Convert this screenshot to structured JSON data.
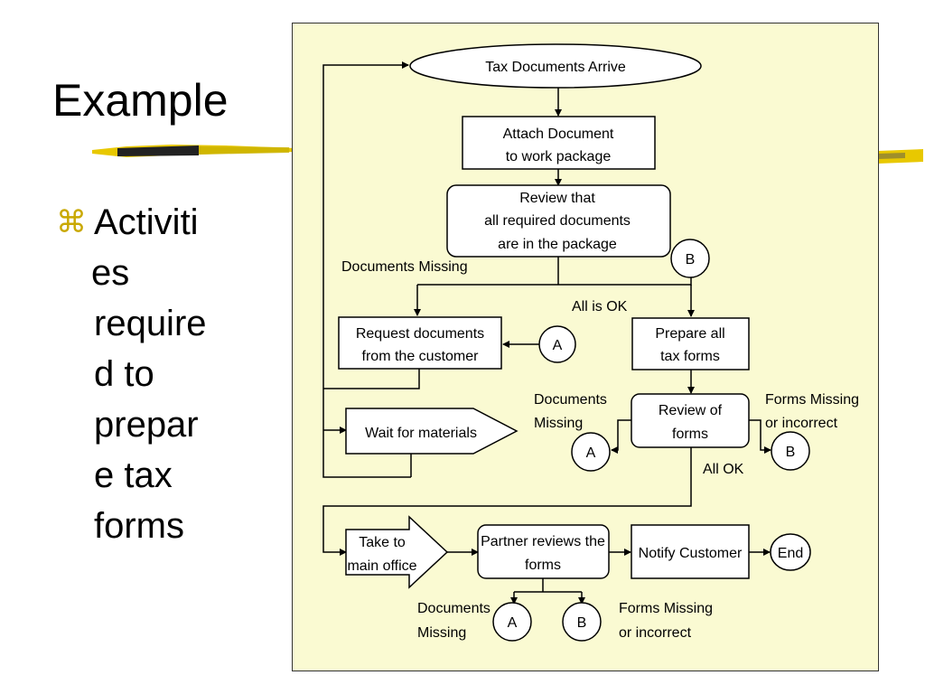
{
  "slide": {
    "title": "Example",
    "bullet_symbol": "⌘",
    "bullet_lines": [
      "Activiti",
      "es",
      "require",
      "d to",
      "prepar",
      "e tax",
      "forms"
    ]
  },
  "flowchart": {
    "nodes": {
      "start": "Tax Documents Arrive",
      "attach": [
        "Attach Document",
        "to work package"
      ],
      "review_docs": [
        "Review  that",
        "all required documents",
        "are in the package"
      ],
      "request_docs": [
        "Request documents",
        "from the customer"
      ],
      "prepare_forms": [
        "Prepare all",
        "tax forms"
      ],
      "wait": "Wait for materials",
      "review_forms": [
        "Review of",
        "forms"
      ],
      "take_main": [
        "Take to",
        "main office"
      ],
      "partner_review": [
        "Partner reviews the",
        "forms"
      ],
      "notify": "Notify Customer",
      "end": "End"
    },
    "connectors": {
      "a": "A",
      "b": "B"
    },
    "labels": {
      "documents_missing_top": "Documents Missing",
      "all_ok_top": "All is OK",
      "documents_missing_mid": [
        "Documents",
        "Missing"
      ],
      "forms_missing_mid": [
        "Forms Missing",
        "or incorrect"
      ],
      "all_ok_mid": "All OK",
      "documents_missing_bottom": [
        "Documents",
        "Missing"
      ],
      "forms_missing_bottom": [
        "Forms Missing",
        "or incorrect"
      ]
    }
  }
}
